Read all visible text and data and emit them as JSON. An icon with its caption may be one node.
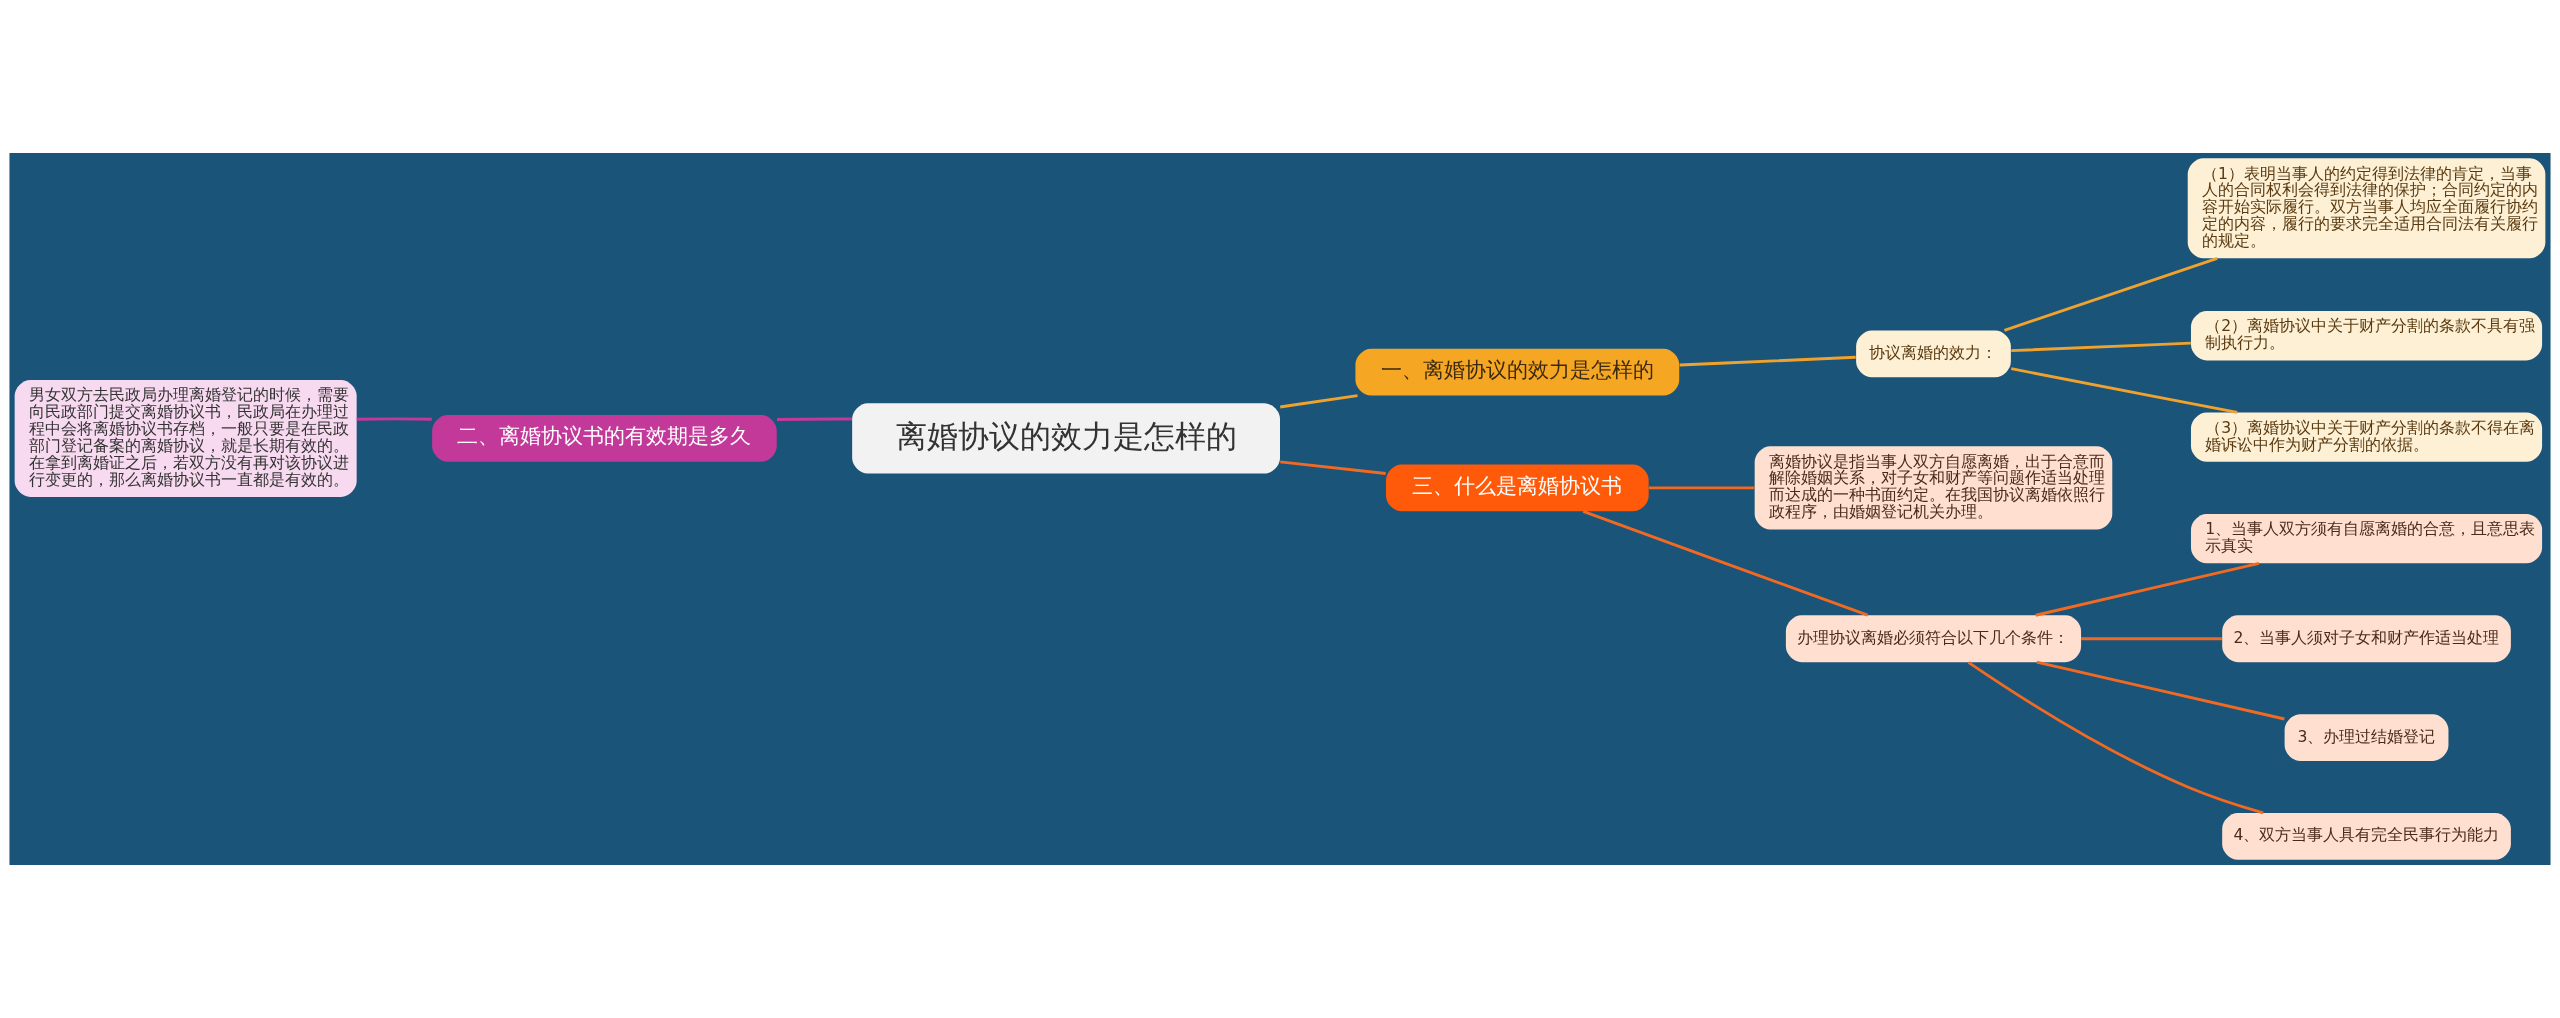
{
  "diagram": {
    "nodes": [
      {
        "text": [
          "离婚协议的效力是怎样的"
        ]
      },
      {
        "text": [
          "一、离婚协议的效力是怎样的"
        ]
      },
      {
        "text": [
          "协议离婚的效力："
        ]
      },
      {
        "text": [
          "（1）表明当事人的约定得到法律的肯定，当事人的合同权利会得到法律的保护；合同约定的内容开始实际履行。双方当事人均应全面履行协约定的内容，履行的要求完全适用合同法有关履行的规定。"
        ]
      },
      {
        "text": [
          "（2）离婚协议中关于财产分割的条款不具有强制执行力。"
        ]
      },
      {
        "text": [
          "（3）离婚协议中关于财产分割的条款不得在离婚诉讼中作为财产分割的依据。"
        ]
      },
      {
        "text": [
          "二、离婚协议书的有效期是多久"
        ]
      },
      {
        "text": [
          "男女双方去民政局办理离婚登记的时候，需要向民政部门提交离婚协议书，民政局在办理过程中会将离婚协议书存档，一般只要是在民政部门登记备案的离婚协议，就是长期有效的。在拿到离婚证之后，若双方没有再对该协议进行变更的，那么离婚协议书一直都是有效的。"
        ]
      },
      {
        "text": [
          "三、什么是离婚协议书"
        ]
      },
      {
        "text": [
          "离婚协议是指当事人双方自愿离婚，出于合意而解除婚姻关系，对子女和财产等问题作适当处理而达成的一种书面约定。在我国协议离婚依照行政程序，由婚姻登记机关办理。"
        ]
      },
      {
        "text": [
          "办理协议离婚必须符合以下几个条件："
        ]
      },
      {
        "text": [
          "1、当事人双方须有自愿离婚的合意，且意思表示真实"
        ]
      },
      {
        "text": [
          "2、当事人须对子女和财产作适当处理"
        ]
      },
      {
        "text": [
          "3、办理过结婚登记"
        ]
      },
      {
        "text": [
          "4、双方当事人具有完全民事行为能力"
        ]
      }
    ],
    "edges": [
      {
        "from": 0,
        "to": 1,
        "arrow": "none",
        "color": "#f0a22e"
      },
      {
        "from": 1,
        "to": 2,
        "arrow": "none",
        "color": "#f0a22e"
      },
      {
        "from": 2,
        "to": 3,
        "arrow": "none",
        "color": "#f0a22e"
      },
      {
        "from": 2,
        "to": 4,
        "arrow": "none",
        "color": "#f0a22e"
      },
      {
        "from": 2,
        "to": 5,
        "arrow": "none",
        "color": "#f0a22e"
      },
      {
        "from": 0,
        "to": 6,
        "arrow": "none",
        "color": "#c2399a"
      },
      {
        "from": 6,
        "to": 7,
        "arrow": "none",
        "color": "#c2399a"
      },
      {
        "from": 0,
        "to": 8,
        "arrow": "none",
        "color": "#f26a21"
      },
      {
        "from": 8,
        "to": 9,
        "arrow": "none",
        "color": "#f26a21"
      },
      {
        "from": 8,
        "to": 10,
        "arrow": "none",
        "color": "#f26a21"
      },
      {
        "from": 10,
        "to": 11,
        "arrow": "none",
        "color": "#f26a21"
      },
      {
        "from": 10,
        "to": 12,
        "arrow": "none",
        "color": "#f26a21"
      },
      {
        "from": 10,
        "to": 13,
        "arrow": "none",
        "color": "#f26a21"
      },
      {
        "from": 10,
        "to": 14,
        "arrow": "none",
        "color": "#f26a21"
      }
    ]
  }
}
